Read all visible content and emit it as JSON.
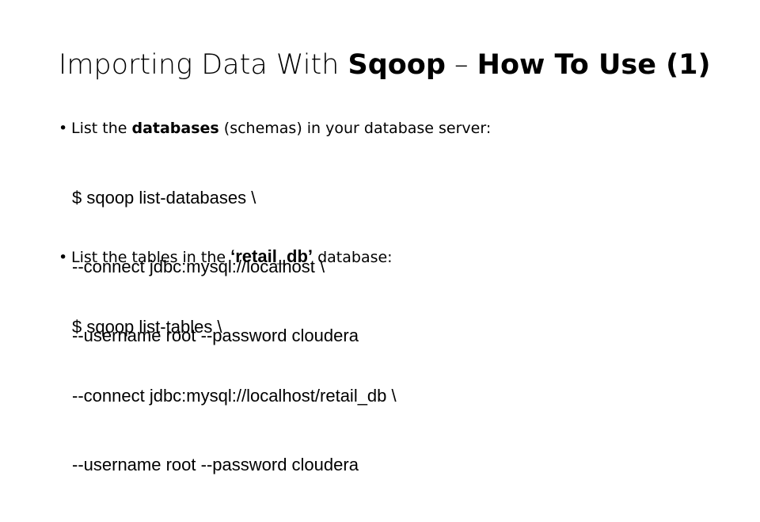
{
  "slide": {
    "title": {
      "prefix": "Importing Data With ",
      "emph1": "Sqoop",
      "dash": " – ",
      "emph2": "How To Use (1)"
    },
    "bullets": [
      {
        "marker": "•",
        "pre": "List the ",
        "bold": "databases",
        "post": " (schemas) in your database server:",
        "command_lines": [
          "$ sqoop list-databases \\",
          "--connect jdbc:mysql://localhost \\",
          "--username root --password cloudera"
        ]
      },
      {
        "marker": "•",
        "pre": "List the tables in the ",
        "bold": "‘retail_db’",
        "post": " database:",
        "command_lines": [
          "$ sqoop list-tables \\",
          "--connect jdbc:mysql://localhost/retail_db \\",
          "--username root --password cloudera"
        ]
      }
    ]
  }
}
